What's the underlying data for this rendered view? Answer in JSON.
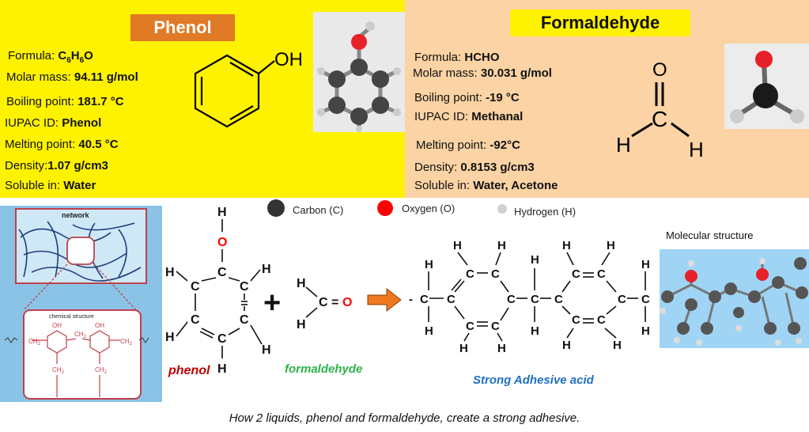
{
  "phenol": {
    "title": "Phenol",
    "formula_label": "Formula: ",
    "formula_c": "C",
    "formula_c_sub": "6",
    "formula_h": "H",
    "formula_h_sub": "6",
    "formula_o": "O",
    "molar_label": "Molar mass: ",
    "molar_value": "94.11 g/mol",
    "boiling_label": "Boiling point: ",
    "boiling_value": "181.7 °C",
    "iupac_label": "IUPAC ID: ",
    "iupac_value": "Phenol",
    "melting_label": "Melting point: ",
    "melting_value": "40.5 °C",
    "density_label": "Density:",
    "density_value": "1.07 g/cm3",
    "soluble_label": "Soluble in: ",
    "soluble_value": "Water",
    "structure_oh": "OH"
  },
  "formaldehyde": {
    "title": "Formaldehyde",
    "formula_label": "Formula: ",
    "formula_value": "HCHO",
    "molar_label": "Molar mass: ",
    "molar_value": "30.031 g/mol",
    "boiling_label": "Boiling point: ",
    "boiling_value": "-19 °C",
    "iupac_label": "IUPAC ID: ",
    "iupac_value": "Methanal",
    "melting_label": "Melting point: ",
    "melting_value": "-92°C",
    "density_label": "Density: ",
    "density_value": "0.8153 g/cm3",
    "soluble_label": "Soluble in: ",
    "soluble_value": "Water, Acetone",
    "structure_o": "O",
    "structure_c": "C",
    "structure_h": "H"
  },
  "network": {
    "title": "network",
    "chem_title": "chemical structure",
    "ch2": "CH",
    "sub2": "2",
    "oh": "OH"
  },
  "legend": {
    "carbon": "Carbon  (C)",
    "oxygen": "Oxygen  (O)",
    "hydrogen": "Hydrogen  (H)"
  },
  "reaction": {
    "phenol_label": "phenol",
    "formaldehyde_label": "formaldehyde",
    "product_label": "Strong Adhesive acid",
    "atom_h": "H",
    "atom_c": "C",
    "atom_o": "O",
    "plus": "+",
    "eq": "="
  },
  "molecular_structure_label": "Molecular  structure",
  "caption": "How 2 liquids, phenol and formaldehyde, create a strong adhesive.",
  "colors": {
    "phenol_bg": "#fff200",
    "formaldehyde_bg": "#fbd3a4",
    "phenol_title_bg": "#e07a26",
    "oxygen": "#ff0000",
    "phenol_label": "#c00000",
    "formaldehyde_label": "#2db34a",
    "product_label": "#1f6fc2",
    "arrow": "#f07820"
  }
}
